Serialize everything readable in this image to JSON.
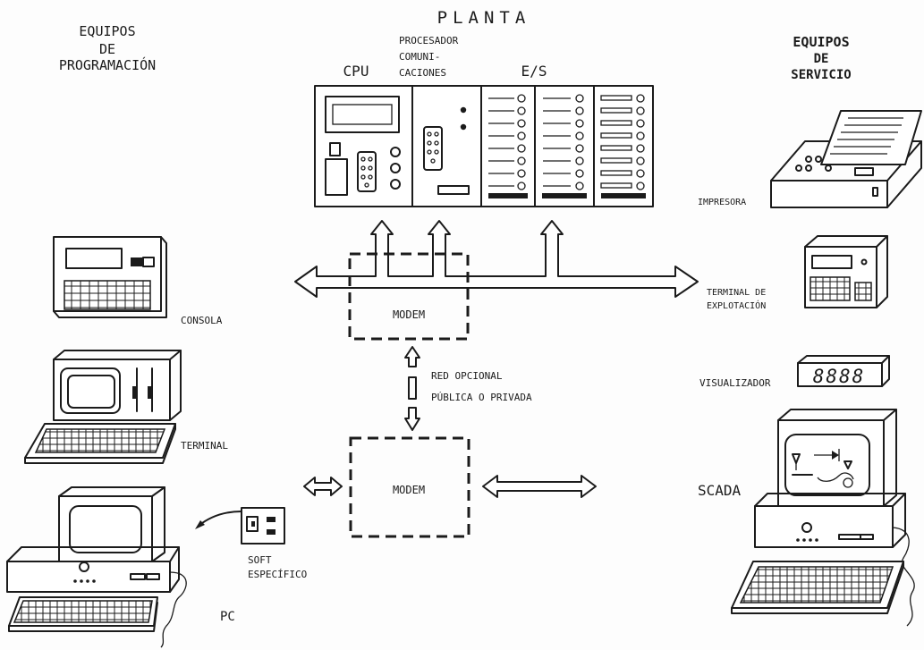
{
  "header": {
    "programming_title": [
      "EQUIPOS",
      "DE",
      "PROGRAMACIÓN"
    ],
    "plant_title": "PLANTA",
    "service_title": [
      "EQUIPOS",
      "DE",
      "SERVICIO"
    ]
  },
  "plant_modules": {
    "cpu": "CPU",
    "comm_processor": [
      "PROCESADOR",
      "COMUNI-",
      "CACIONES"
    ],
    "io": "E/S"
  },
  "network": {
    "modem_top": "MODEM",
    "modem_bottom": "MODEM",
    "red_opcional": [
      "RED OPCIONAL",
      "PÚBLICA O PRIVADA"
    ]
  },
  "programming_devices": {
    "consola": "CONSOLA",
    "terminal": "TERMINAL",
    "pc": "PC",
    "soft": [
      "SOFT",
      "ESPECÍFICO"
    ]
  },
  "service_devices": {
    "impresora": "IMPRESORA",
    "terminal_explotacion": [
      "TERMINAL DE",
      "EXPLOTACIÓN"
    ],
    "visualizador": "VISUALIZADOR",
    "visualizador_display": "8888",
    "scada": "SCADA"
  },
  "colors": {
    "ink": "#1b1b1b",
    "paper": "#fdfdfd"
  },
  "icons": [
    "plc-rack-icon",
    "console-icon",
    "terminal-icon",
    "pc-icon",
    "floppy-icon",
    "printer-icon",
    "operator-terminal-icon",
    "display-icon",
    "scada-workstation-icon"
  ]
}
